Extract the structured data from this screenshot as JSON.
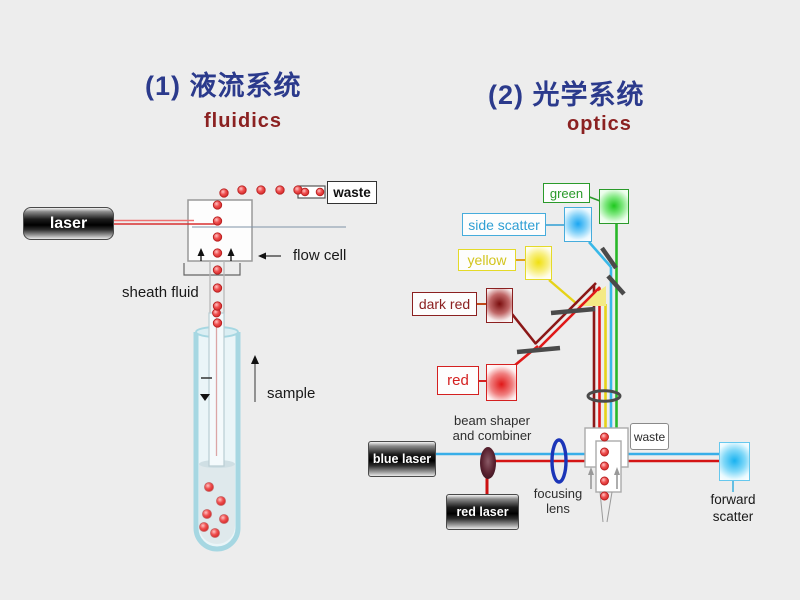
{
  "background_color": "#ededed",
  "palette": {
    "title_blue": "#2b3a8c",
    "subtitle_maroon": "#8b2121",
    "green": "#2a9a2a",
    "scatter_blue": "#2f9fd4",
    "yellow": "#d6c81e",
    "dark_red": "#8b2020",
    "red": "#d42020",
    "beam_blue": "#38aee8",
    "beam_red": "#d41414",
    "lens_blue": "#1b35b8",
    "cell_dot_red": "#e04040"
  },
  "fluidics": {
    "title": "(1) 液流系统",
    "subtitle": "fluidics",
    "laser": "laser",
    "waste": "waste",
    "flow_cell": "flow cell",
    "sheath_fluid": "sheath fluid",
    "sample": "sample"
  },
  "optics": {
    "title": "(2) 光学系统",
    "subtitle": "optics",
    "green": "green",
    "side_scatter": "side scatter",
    "yellow": "yellow",
    "dark_red": "dark red",
    "red": "red",
    "blue_laser": "blue laser",
    "red_laser": "red laser",
    "beam_shaper_line1": "beam shaper",
    "beam_shaper_line2": "and combiner",
    "focusing_line1": "focusing",
    "focusing_line2": "lens",
    "waste": "waste",
    "forward_line1": "forward",
    "forward_line2": "scatter"
  }
}
